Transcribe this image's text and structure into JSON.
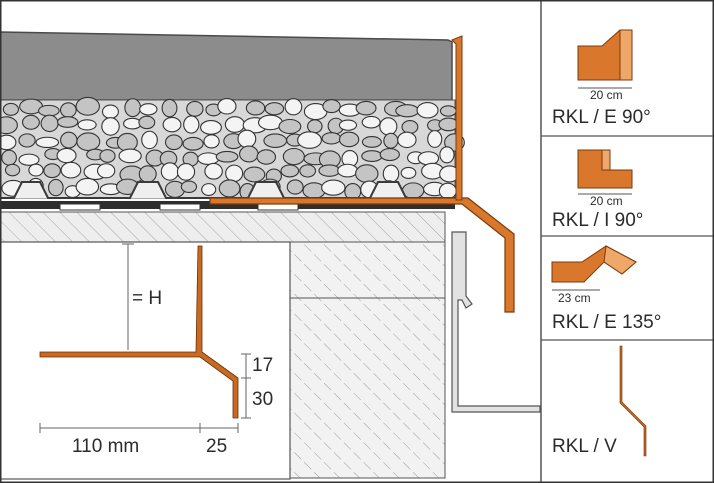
{
  "colors": {
    "profile_orange": "#d9782d",
    "profile_orange_light": "#f0a868",
    "profile_edge": "#7a3a0c",
    "slab_gray": "#8a8a8a",
    "concrete": "#e6e6e6",
    "panel_bg": "#ffffff",
    "frame": "#333333"
  },
  "section_labels": {
    "h": "= H",
    "d17": "17",
    "d30": "30",
    "d110": "110 mm",
    "d25": "25"
  },
  "variants": [
    {
      "name": "RKL / E 90°",
      "dim": "20 cm",
      "icon": "outer-corner-90-icon"
    },
    {
      "name": "RKL / I 90°",
      "dim": "20 cm",
      "icon": "inner-corner-90-icon"
    },
    {
      "name": "RKL / E 135°",
      "dim": "23 cm",
      "icon": "outer-corner-135-icon"
    },
    {
      "name": "RKL / V",
      "dim": "",
      "icon": "profile-v-icon"
    }
  ]
}
